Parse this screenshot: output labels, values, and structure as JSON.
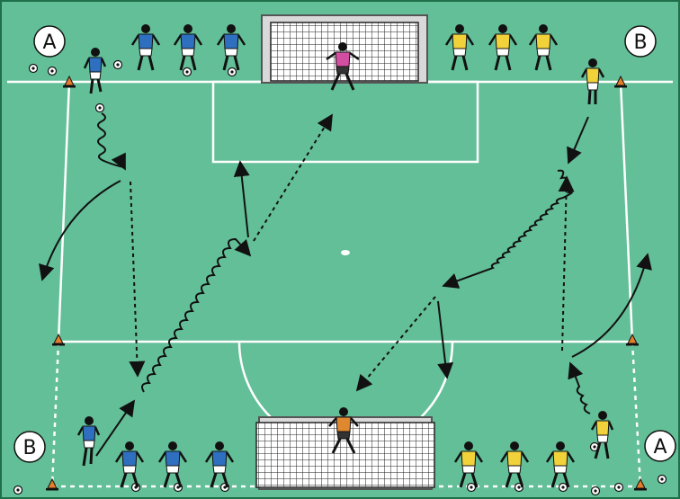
{
  "field": {
    "color": "#63bf98",
    "line_color": "#ffffff",
    "border_color": "#1f6f4a"
  },
  "team_colors": {
    "blue": "#2f6fbf",
    "yellow": "#f2d23a",
    "keeper_top": "#d24ea0",
    "keeper_bottom": "#e0882f"
  },
  "zone_labels": {
    "top_left": "A",
    "top_right": "B",
    "bottom_left": "B",
    "bottom_right": "A"
  },
  "icons": [
    "goal-icon",
    "player-icon",
    "cone-icon",
    "ball-icon",
    "arrow-icon"
  ]
}
